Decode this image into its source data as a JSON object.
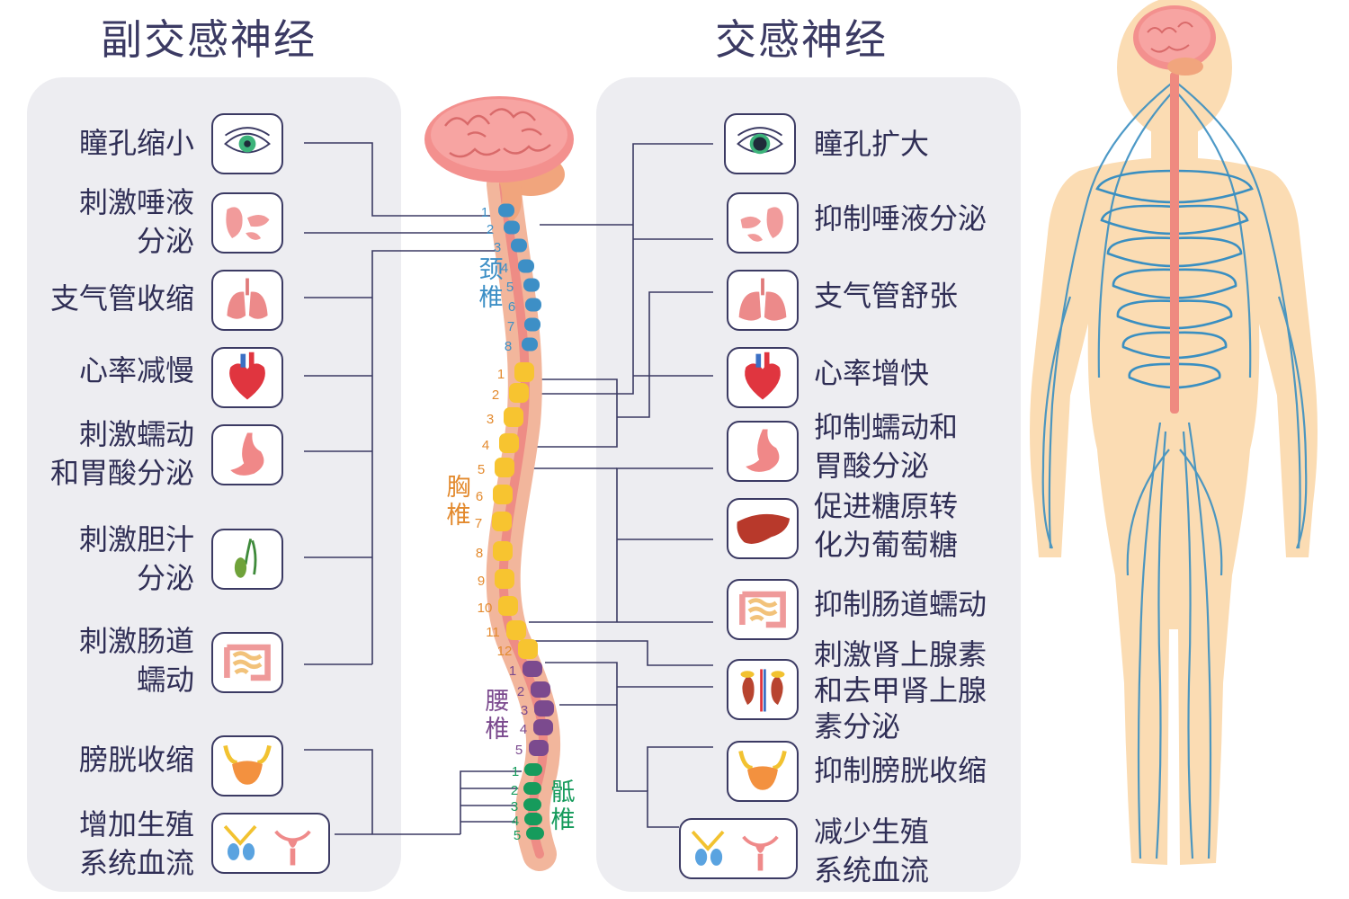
{
  "headings": {
    "parasympathetic": "副交感神经",
    "sympathetic": "交感神经"
  },
  "parasympathetic_effects": [
    {
      "lines": [
        "瞳孔缩小"
      ],
      "icon": "eye-icon"
    },
    {
      "lines": [
        "刺激唾液",
        "分泌"
      ],
      "icon": "salivary-gland-icon"
    },
    {
      "lines": [
        "支气管收缩"
      ],
      "icon": "lungs-icon"
    },
    {
      "lines": [
        "心率减慢"
      ],
      "icon": "heart-icon"
    },
    {
      "lines": [
        "刺激蠕动",
        "和胃酸分泌"
      ],
      "icon": "stomach-icon"
    },
    {
      "lines": [
        "刺激胆汁",
        "分泌"
      ],
      "icon": "gallbladder-icon"
    },
    {
      "lines": [
        "刺激肠道",
        "蠕动"
      ],
      "icon": "intestine-icon"
    },
    {
      "lines": [
        "膀胱收缩"
      ],
      "icon": "bladder-icon"
    },
    {
      "lines": [
        "增加生殖",
        "系统血流"
      ],
      "icon": "reproductive-organs-icon"
    }
  ],
  "sympathetic_effects": [
    {
      "lines": [
        "瞳孔扩大"
      ],
      "icon": "eye-icon"
    },
    {
      "lines": [
        "抑制唾液分泌"
      ],
      "icon": "salivary-gland-icon"
    },
    {
      "lines": [
        "支气管舒张"
      ],
      "icon": "lungs-icon"
    },
    {
      "lines": [
        "心率增快"
      ],
      "icon": "heart-icon"
    },
    {
      "lines": [
        "抑制蠕动和",
        "胃酸分泌"
      ],
      "icon": "stomach-icon"
    },
    {
      "lines": [
        "促进糖原转",
        "化为葡萄糖"
      ],
      "icon": "liver-icon"
    },
    {
      "lines": [
        "抑制肠道蠕动"
      ],
      "icon": "intestine-icon"
    },
    {
      "lines": [
        "刺激肾上腺素",
        "和去甲肾上腺",
        "素分泌"
      ],
      "icon": "kidney-adrenal-icon"
    },
    {
      "lines": [
        "抑制膀胱收缩"
      ],
      "icon": "bladder-icon"
    },
    {
      "lines": [
        "减少生殖",
        "系统血流"
      ],
      "icon": "reproductive-organs-icon"
    }
  ],
  "spine": {
    "cervical": {
      "label": [
        "颈",
        "椎"
      ],
      "numbers": [
        "1",
        "2",
        "3",
        "4",
        "5",
        "6",
        "7",
        "8"
      ],
      "color": "#3d8fc6"
    },
    "thoracic": {
      "label": [
        "胸",
        "椎"
      ],
      "numbers": [
        "1",
        "2",
        "3",
        "4",
        "5",
        "6",
        "7",
        "8",
        "9",
        "10",
        "11",
        "12"
      ],
      "color": "#e38a2e"
    },
    "lumbar": {
      "label": [
        "腰",
        "椎"
      ],
      "numbers": [
        "1",
        "2",
        "3",
        "4",
        "5"
      ],
      "color": "#7b4a8e"
    },
    "sacral": {
      "label": [
        "骶",
        "椎"
      ],
      "numbers": [
        "1",
        "2",
        "3",
        "4",
        "5"
      ],
      "color": "#169b5c"
    }
  },
  "illustrations": [
    "brain-icon",
    "spinal-cord",
    "human-nervous-system-figure"
  ],
  "colors": {
    "heading": "#3b3a63",
    "panel": "#ededf1",
    "connector": "#3b3a63",
    "nerve": "#3a8fc1",
    "skin": "#fbdcb3",
    "cord": "#ef8a80"
  }
}
